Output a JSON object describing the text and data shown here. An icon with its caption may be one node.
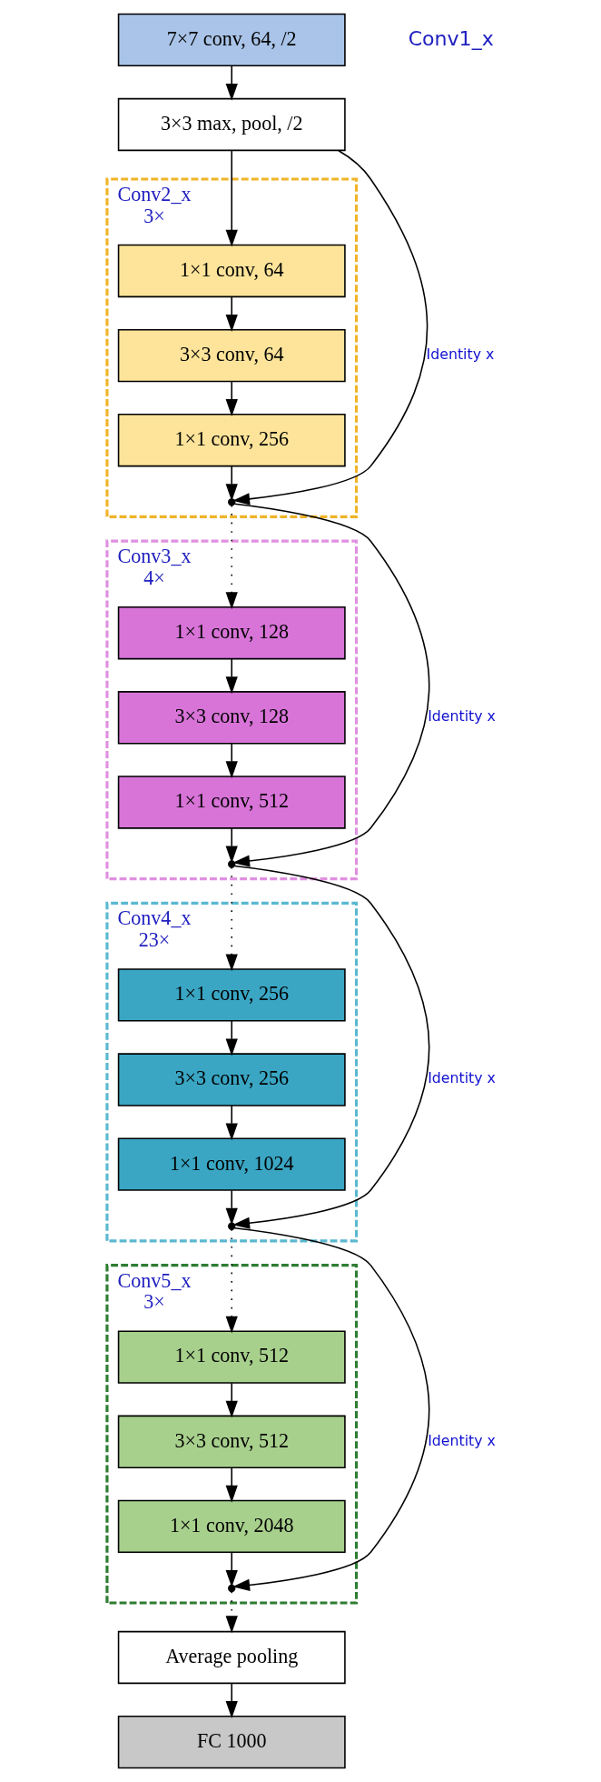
{
  "diagram": {
    "nodes": [
      {
        "text": [
          "7×7 conv, 64, /2"
        ]
      },
      {
        "text": [
          "3×3 max, pool, /2"
        ]
      },
      {
        "text": [
          "Conv2_x",
          "3×"
        ]
      },
      {
        "text": [
          "1×1 conv, 64"
        ],
        "in": 2
      },
      {
        "text": [
          "3×3 conv, 64"
        ],
        "in": 2
      },
      {
        "text": [
          "1×1 conv, 256"
        ],
        "in": 2
      },
      {
        "text": [],
        "shape": "point",
        "in": 2
      },
      {
        "text": [
          "Conv3_x",
          "4×"
        ]
      },
      {
        "text": [
          "1×1 conv, 128"
        ],
        "in": 7
      },
      {
        "text": [
          "3×3 conv, 128"
        ],
        "in": 7
      },
      {
        "text": [
          "1×1 conv, 512"
        ],
        "in": 7
      },
      {
        "text": [],
        "shape": "point",
        "in": 7
      },
      {
        "text": [
          "Conv4_x",
          "23×"
        ]
      },
      {
        "text": [
          "1×1 conv, 256"
        ],
        "in": 12
      },
      {
        "text": [
          "3×3 conv, 256"
        ],
        "in": 12
      },
      {
        "text": [
          "1×1 conv, 1024"
        ],
        "in": 12
      },
      {
        "text": [],
        "shape": "point",
        "in": 12
      },
      {
        "text": [
          "Conv5_x",
          "3×"
        ]
      },
      {
        "text": [
          "1×1 conv, 512"
        ],
        "in": 17
      },
      {
        "text": [
          "3×3 conv, 512"
        ],
        "in": 17
      },
      {
        "text": [
          "1×1 conv, 2048"
        ],
        "in": 17
      },
      {
        "text": [],
        "shape": "point",
        "in": 17
      },
      {
        "text": [
          "Average pooling"
        ]
      },
      {
        "text": [
          "FC 1000"
        ]
      }
    ],
    "edges": [
      {
        "from": 0,
        "to": 1,
        "arrow": "to"
      },
      {
        "from": 1,
        "to": 3,
        "arrow": "to"
      },
      {
        "from": 3,
        "to": 4,
        "arrow": "to"
      },
      {
        "from": 4,
        "to": 5,
        "arrow": "to"
      },
      {
        "from": 5,
        "to": 6,
        "arrow": "to"
      },
      {
        "from": 1,
        "to": 6,
        "arrow": "to",
        "label": "Identity x"
      },
      {
        "from": 6,
        "to": 8,
        "arrow": "to",
        "style": "dashed"
      },
      {
        "from": 8,
        "to": 9,
        "arrow": "to"
      },
      {
        "from": 9,
        "to": 10,
        "arrow": "to"
      },
      {
        "from": 10,
        "to": 11,
        "arrow": "to"
      },
      {
        "from": 6,
        "to": 11,
        "arrow": "to",
        "label": "Identity x"
      },
      {
        "from": 11,
        "to": 13,
        "arrow": "to",
        "style": "dashed"
      },
      {
        "from": 13,
        "to": 14,
        "arrow": "to"
      },
      {
        "from": 14,
        "to": 15,
        "arrow": "to"
      },
      {
        "from": 15,
        "to": 16,
        "arrow": "to"
      },
      {
        "from": 11,
        "to": 16,
        "arrow": "to",
        "label": "Identity x"
      },
      {
        "from": 16,
        "to": 18,
        "arrow": "to",
        "style": "dashed"
      },
      {
        "from": 18,
        "to": 19,
        "arrow": "to"
      },
      {
        "from": 19,
        "to": 20,
        "arrow": "to"
      },
      {
        "from": 20,
        "to": 21,
        "arrow": "to"
      },
      {
        "from": 16,
        "to": 21,
        "arrow": "to",
        "label": "Identity x"
      },
      {
        "from": 21,
        "to": 22,
        "arrow": "to",
        "style": "dashed"
      },
      {
        "from": 22,
        "to": 23,
        "arrow": "to"
      }
    ],
    "labels": [
      "Conv1_x"
    ]
  }
}
